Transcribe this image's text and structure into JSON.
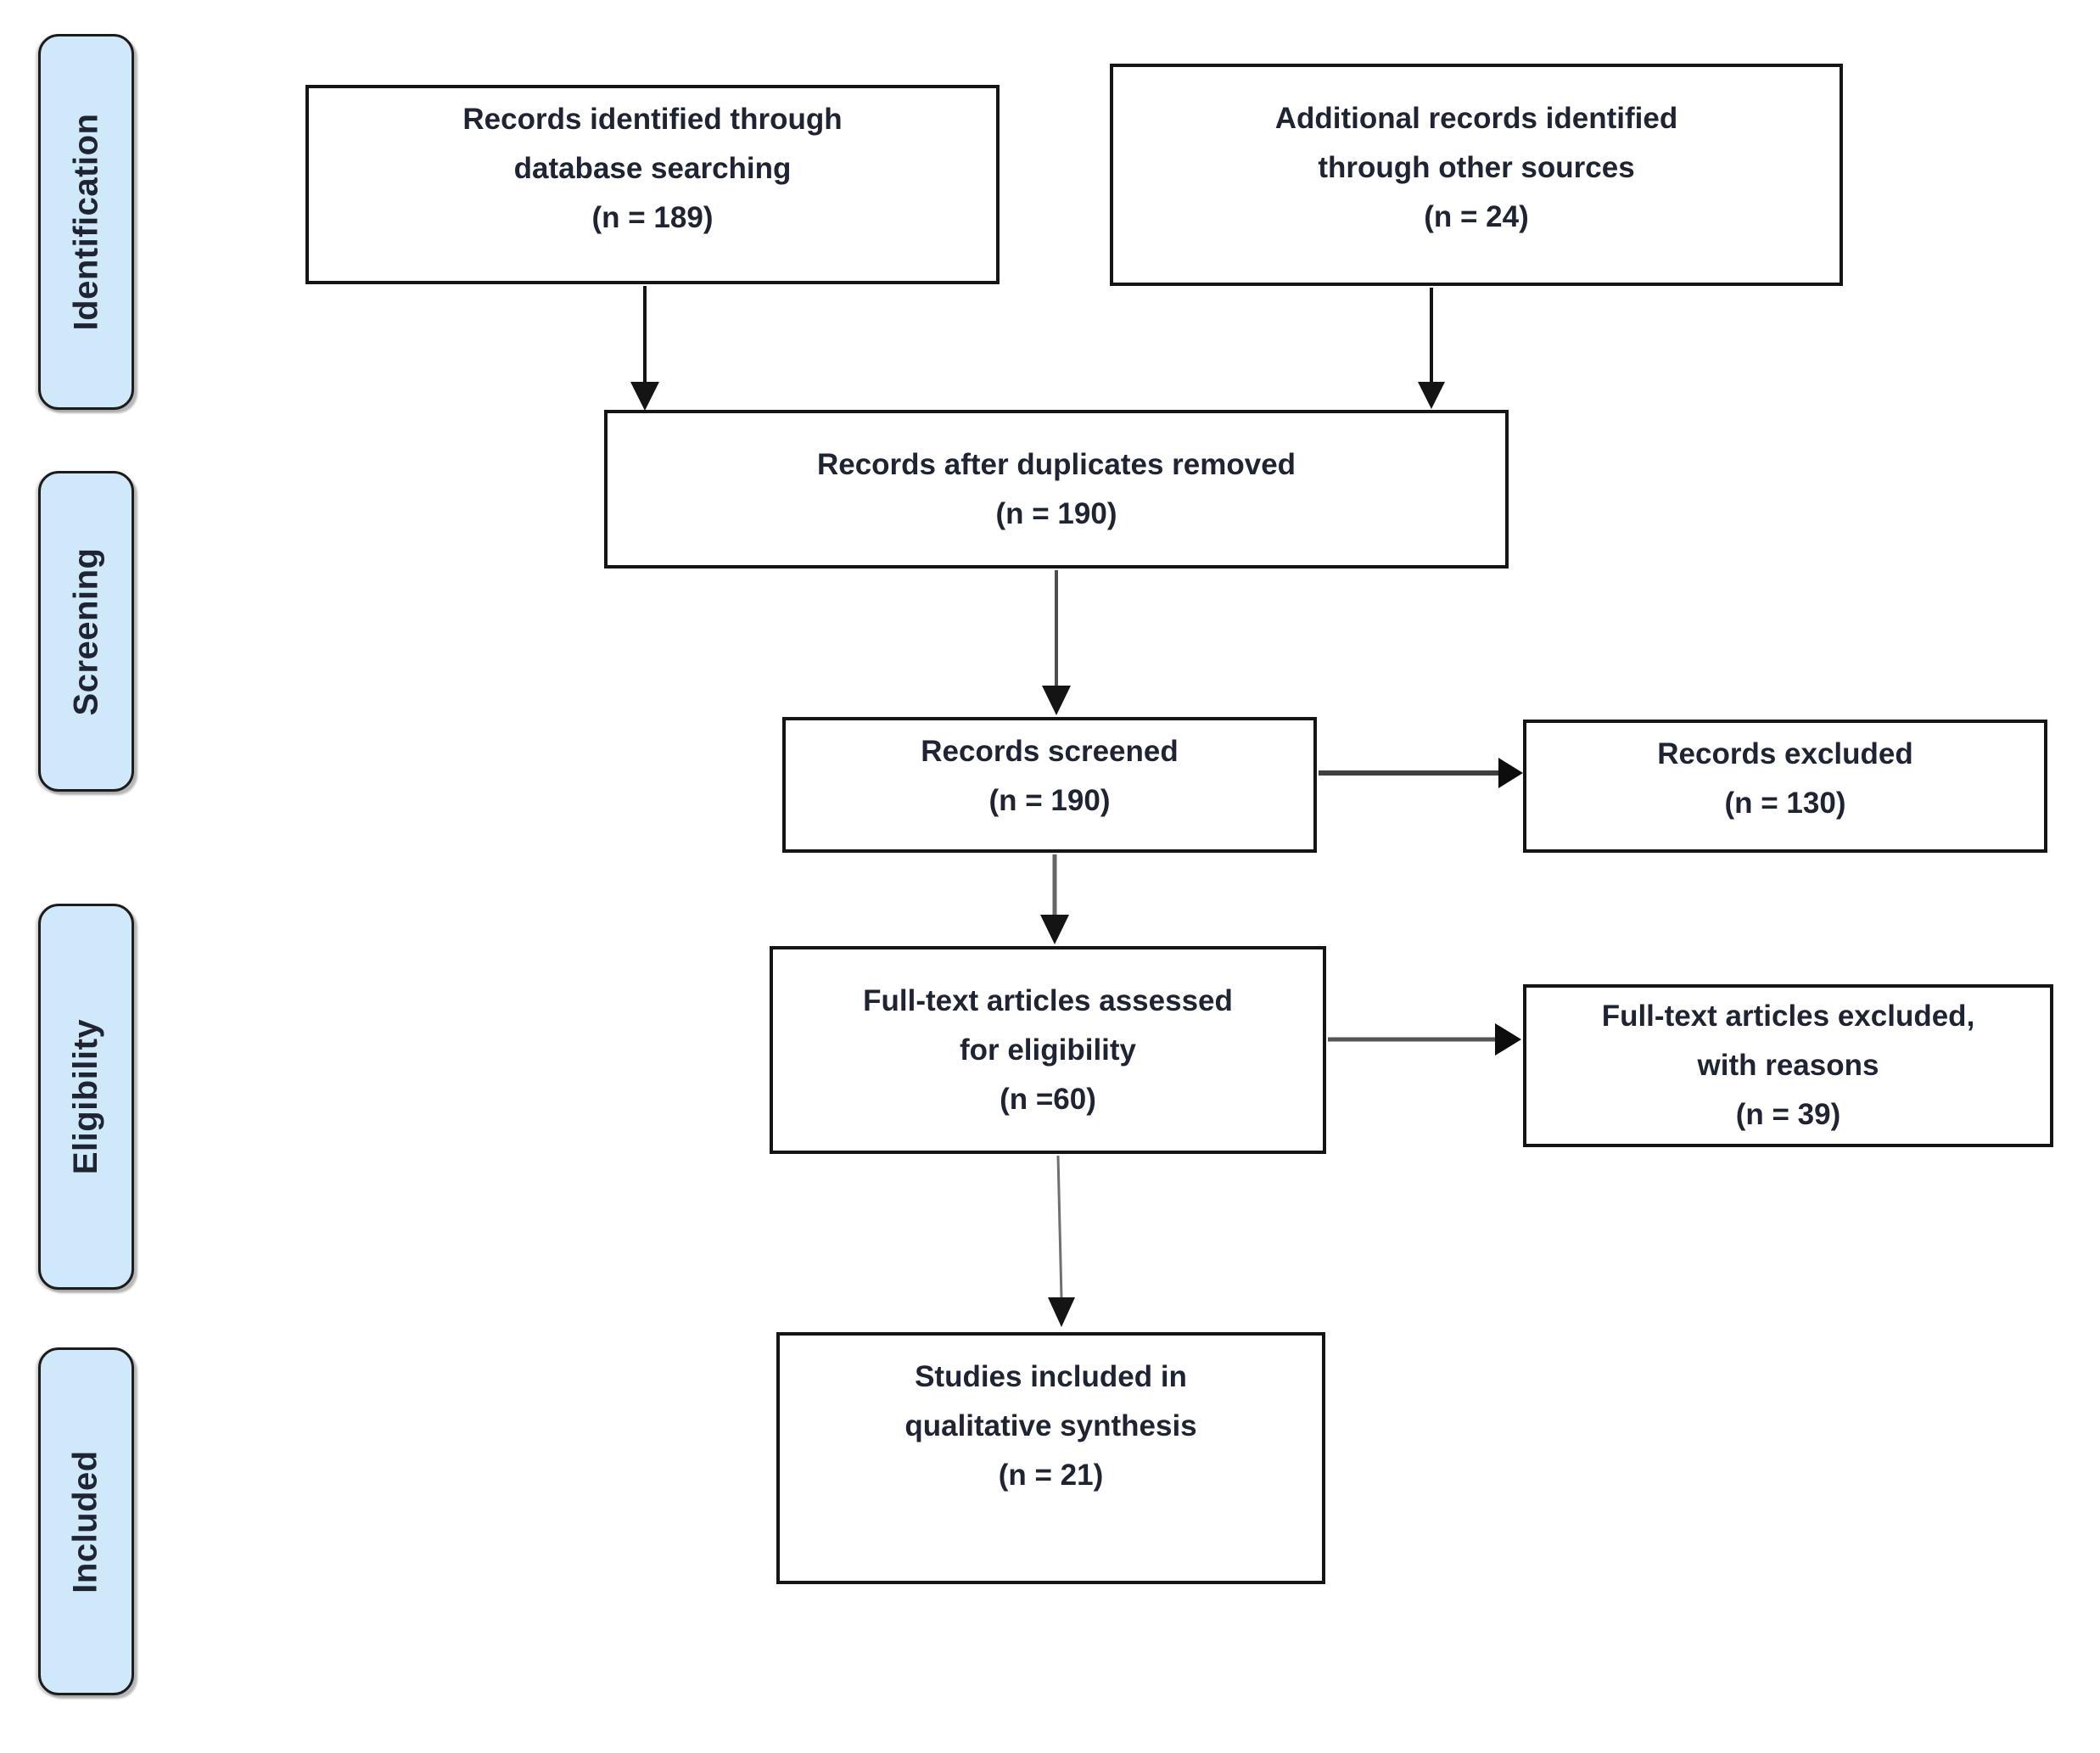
{
  "sidebar": {
    "labels": [
      "Identification",
      "Screening",
      "Eligibility",
      "Included"
    ]
  },
  "flow": {
    "identified": {
      "lines": [
        "Records identified through",
        "database searching",
        "(n = 189)"
      ]
    },
    "additional": {
      "lines": [
        "Additional records identified",
        "through other sources",
        "(n = 24)"
      ]
    },
    "duplicates": {
      "lines": [
        "Records after duplicates removed",
        "(n = 190)"
      ]
    },
    "screened": {
      "lines": [
        "Records screened",
        "(n = 190)"
      ]
    },
    "excluded": {
      "lines": [
        "Records excluded",
        "(n = 130)"
      ]
    },
    "fulltext": {
      "lines": [
        "Full-text articles assessed",
        "for eligibility",
        "(n =60)"
      ]
    },
    "fulltext_excluded": {
      "lines": [
        "Full-text articles excluded,",
        "with reasons",
        "(n = 39)"
      ]
    },
    "included_studies": {
      "lines": [
        "Studies included in",
        "qualitative synthesis",
        "(n = 21)"
      ]
    }
  },
  "colors": {
    "stage_fill": "#d0e9fa",
    "stage_border": "#1c1c1c",
    "box_border": "#151515",
    "text": "#1f2433",
    "arrow_black": "#141414",
    "arrow_gray": "#5c5c5c"
  }
}
